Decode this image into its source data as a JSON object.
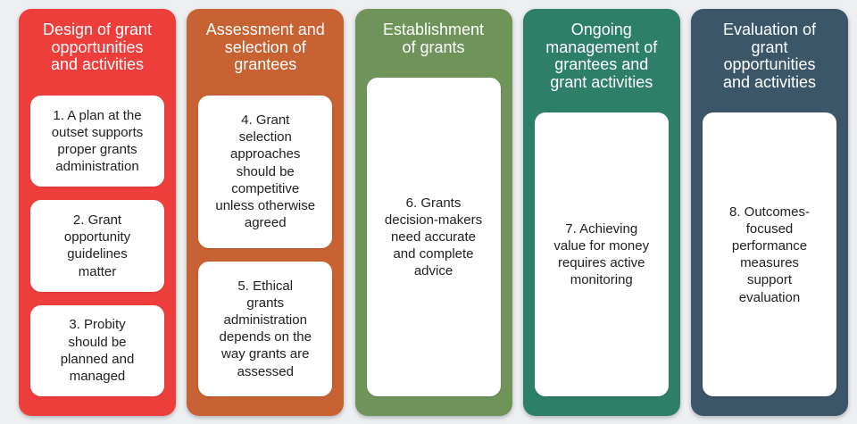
{
  "page": {
    "background_color": "#EDEFF1",
    "card_background_color": "#FFFFFF",
    "card_text_color": "#212121",
    "title_text_color": "#FFFFFF"
  },
  "diagram": {
    "columns": [
      {
        "id": "design",
        "color": "#EE3E3C",
        "title": "Design of grant\nopportunities\nand activities",
        "cards": [
          {
            "text": "1. A plan at the\noutset supports\nproper grants\nadministration"
          },
          {
            "text": "2. Grant\nopportunity\nguidelines\nmatter"
          },
          {
            "text": "3. Probity\nshould be\nplanned and\nmanaged"
          }
        ]
      },
      {
        "id": "assessment",
        "color": "#C96232",
        "title": "Assessment and\nselection of\ngrantees",
        "cards": [
          {
            "text": "4. Grant\nselection\napproaches\nshould be\ncompetitive\nunless otherwise\nagreed"
          },
          {
            "text": "5. Ethical\ngrants\nadministration\ndepends on the\nway grants are\nassessed"
          }
        ]
      },
      {
        "id": "establishment",
        "color": "#6F9459",
        "title": "Establishment\nof grants",
        "cards": [
          {
            "text": "6. Grants\ndecision-makers\nneed accurate\nand complete\nadvice"
          }
        ]
      },
      {
        "id": "ongoing-management",
        "color": "#2E7F68",
        "title": "Ongoing\nmanagement of\ngrantees and\ngrant activities",
        "cards": [
          {
            "text": "7. Achieving\nvalue for money\nrequires active\nmonitoring"
          }
        ]
      },
      {
        "id": "evaluation",
        "color": "#3B5668",
        "title": "Evaluation of\ngrant\nopportunities\nand activities",
        "cards": [
          {
            "text": "8. Outcomes-\nfocused\nperformance\nmeasures\nsupport\nevaluation"
          }
        ]
      }
    ]
  }
}
